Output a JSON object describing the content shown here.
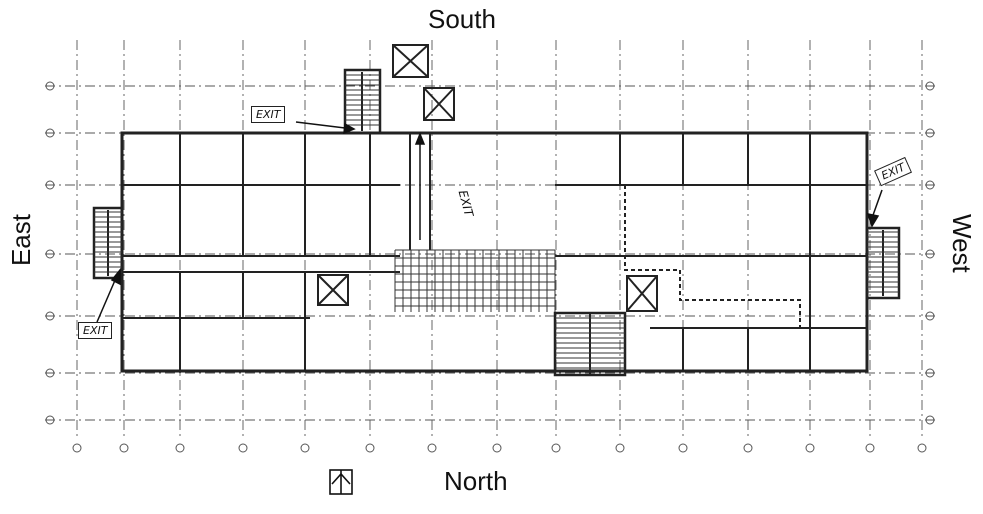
{
  "compass": {
    "south": "South",
    "north": "North",
    "east": "East",
    "west": "West"
  },
  "exits": {
    "south_stair": "EXIT",
    "east_stair": "EXIT",
    "west_stair": "EXIT",
    "corridor_arrow": "EXIT"
  },
  "colors": {
    "line": "#222222",
    "grid_line": "#444444",
    "background": "#ffffff"
  }
}
